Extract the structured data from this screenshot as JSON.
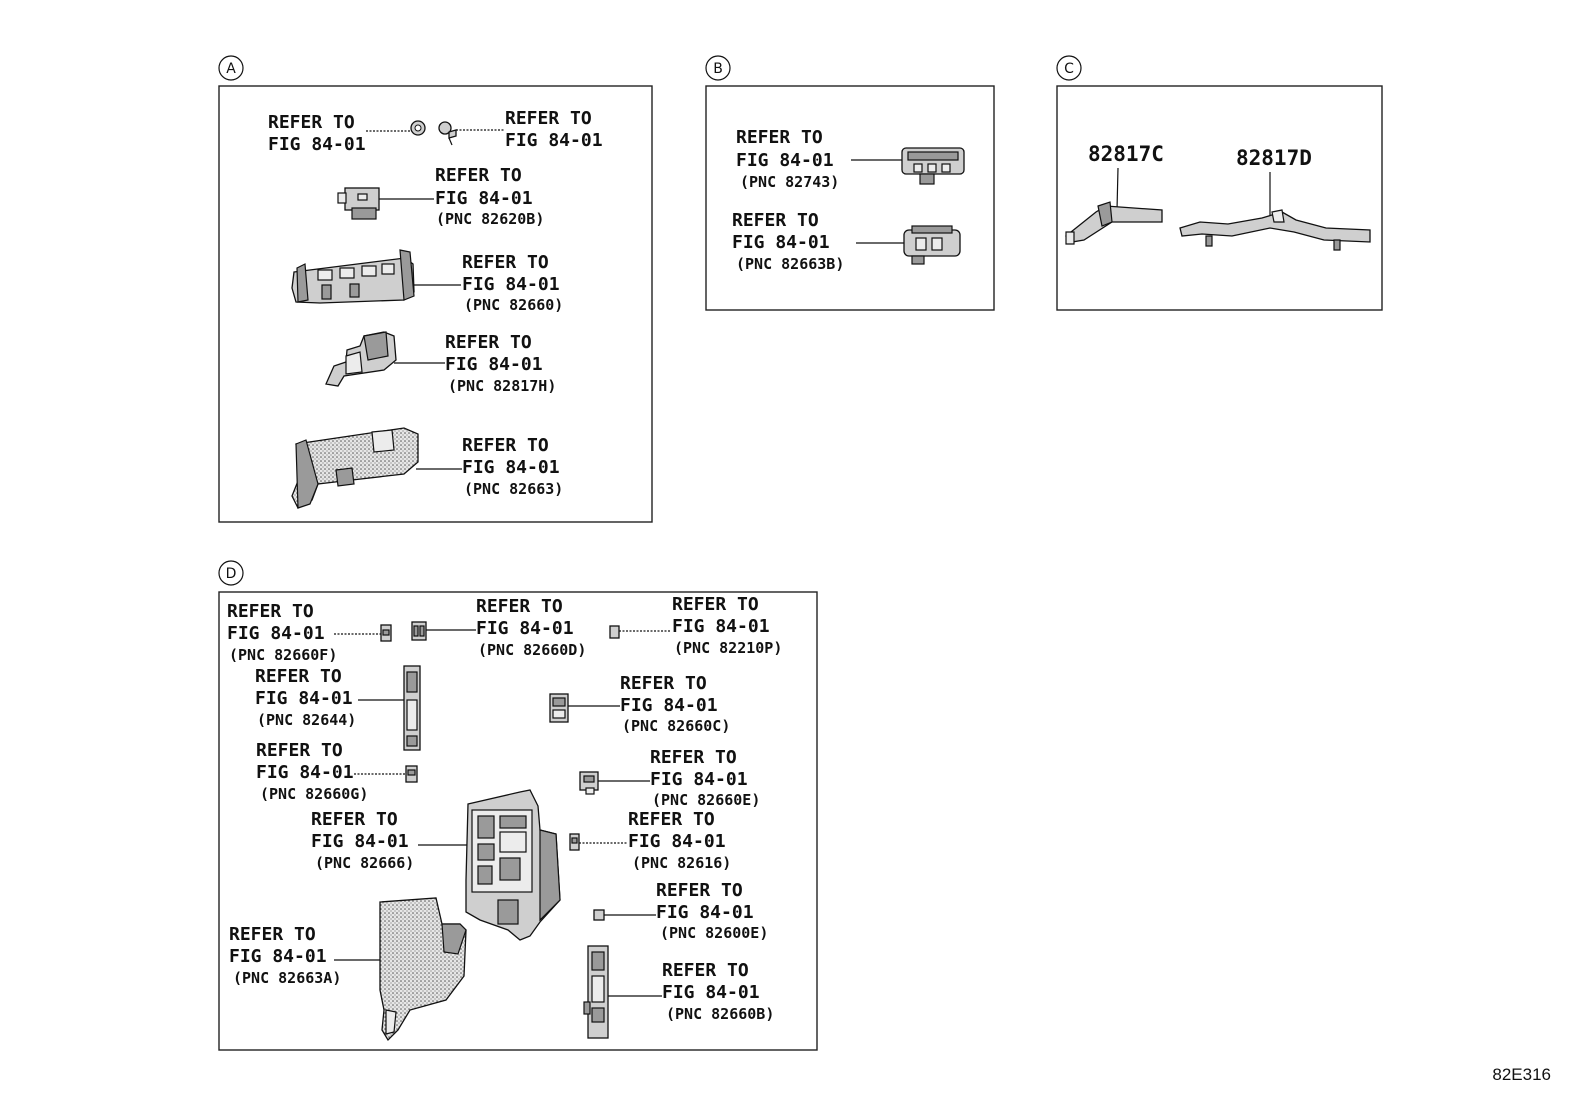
{
  "sections": {
    "A": {
      "letter": "A",
      "callouts": [
        {
          "l1": "REFER TO",
          "l2": "FIG 84-01",
          "pnc": ""
        },
        {
          "l1": "REFER TO",
          "l2": "FIG 84-01",
          "pnc": ""
        },
        {
          "l1": "REFER TO",
          "l2": "FIG 84-01",
          "pnc": "(PNC 82620B)"
        },
        {
          "l1": "REFER TO",
          "l2": "FIG 84-01",
          "pnc": "(PNC 82660)"
        },
        {
          "l1": "REFER TO",
          "l2": "FIG 84-01",
          "pnc": "(PNC 82817H)"
        },
        {
          "l1": "REFER TO",
          "l2": "FIG 84-01",
          "pnc": "(PNC 82663)"
        }
      ]
    },
    "B": {
      "letter": "B",
      "callouts": [
        {
          "l1": "REFER TO",
          "l2": "FIG 84-01",
          "pnc": "(PNC 82743)"
        },
        {
          "l1": "REFER TO",
          "l2": "FIG 84-01",
          "pnc": "(PNC 82663B)"
        }
      ]
    },
    "C": {
      "letter": "C",
      "parts": [
        "82817C",
        "82817D"
      ]
    },
    "D": {
      "letter": "D",
      "callouts": [
        {
          "l1": "REFER TO",
          "l2": "FIG 84-01",
          "pnc": "(PNC 82660F)"
        },
        {
          "l1": "REFER TO",
          "l2": "FIG 84-01",
          "pnc": "(PNC 82660D)"
        },
        {
          "l1": "REFER TO",
          "l2": "FIG 84-01",
          "pnc": "(PNC 82210P)"
        },
        {
          "l1": "REFER TO",
          "l2": "FIG 84-01",
          "pnc": "(PNC 82644)"
        },
        {
          "l1": "REFER TO",
          "l2": "FIG 84-01",
          "pnc": "(PNC 82660C)"
        },
        {
          "l1": "REFER TO",
          "l2": "FIG 84-01",
          "pnc": "(PNC 82660G)"
        },
        {
          "l1": "REFER TO",
          "l2": "FIG 84-01",
          "pnc": "(PNC 82660E)"
        },
        {
          "l1": "REFER TO",
          "l2": "FIG 84-01",
          "pnc": "(PNC 82666)"
        },
        {
          "l1": "REFER TO",
          "l2": "FIG 84-01",
          "pnc": "(PNC 82616)"
        },
        {
          "l1": "REFER TO",
          "l2": "FIG 84-01",
          "pnc": "(PNC 82600E)"
        },
        {
          "l1": "REFER TO",
          "l2": "FIG 84-01",
          "pnc": "(PNC 82663A)"
        },
        {
          "l1": "REFER TO",
          "l2": "FIG 84-01",
          "pnc": "(PNC 82660B)"
        }
      ]
    }
  },
  "figure_code": "82E316"
}
